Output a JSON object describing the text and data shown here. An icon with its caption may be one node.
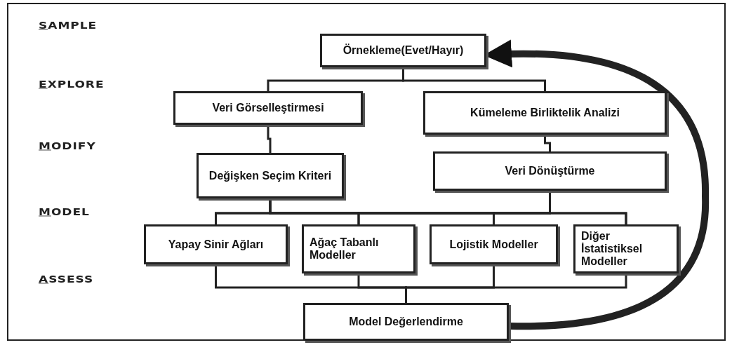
{
  "diagram": {
    "nodes": [
      {
        "text": [
          "Örnekleme(Evet/Hayır)"
        ]
      },
      {
        "text": [
          "Veri Görselleştirmesi"
        ]
      },
      {
        "text": [
          "Kümeleme Birliktelik Analizi"
        ]
      },
      {
        "text": [
          "Değişken Seçim Kriteri"
        ]
      },
      {
        "text": [
          "Veri Dönüştürme"
        ]
      },
      {
        "text": [
          "Yapay Sinir Ağları"
        ]
      },
      {
        "text": [
          "Ağaç Tabanlı Modeller"
        ]
      },
      {
        "text": [
          "Lojistik Modeller"
        ]
      },
      {
        "text": [
          "Diğer İstatistiksel Modeller"
        ]
      },
      {
        "text": [
          "Model Değerlendirme"
        ]
      }
    ],
    "edges": [
      {
        "from": 0,
        "to": 1,
        "arrow": "none"
      },
      {
        "from": 0,
        "to": 2,
        "arrow": "none"
      },
      {
        "from": 1,
        "to": 3,
        "arrow": "none"
      },
      {
        "from": 2,
        "to": 4,
        "arrow": "none"
      },
      {
        "from": 3,
        "to": 5,
        "arrow": "none"
      },
      {
        "from": 3,
        "to": 6,
        "arrow": "none"
      },
      {
        "from": 3,
        "to": 7,
        "arrow": "none"
      },
      {
        "from": 3,
        "to": 8,
        "arrow": "none"
      },
      {
        "from": 4,
        "to": 5,
        "arrow": "none"
      },
      {
        "from": 4,
        "to": 6,
        "arrow": "none"
      },
      {
        "from": 4,
        "to": 7,
        "arrow": "none"
      },
      {
        "from": 4,
        "to": 8,
        "arrow": "none"
      },
      {
        "from": 5,
        "to": 9,
        "arrow": "none"
      },
      {
        "from": 6,
        "to": 9,
        "arrow": "none"
      },
      {
        "from": 7,
        "to": 9,
        "arrow": "none"
      },
      {
        "from": 8,
        "to": 9,
        "arrow": "none"
      },
      {
        "from": 9,
        "to": 0,
        "arrow": "to",
        "style": "thick"
      }
    ],
    "labels": [
      "SAMPLE",
      "EXPLORE",
      "MODIFY",
      "MODEL",
      "ASSESS"
    ]
  }
}
